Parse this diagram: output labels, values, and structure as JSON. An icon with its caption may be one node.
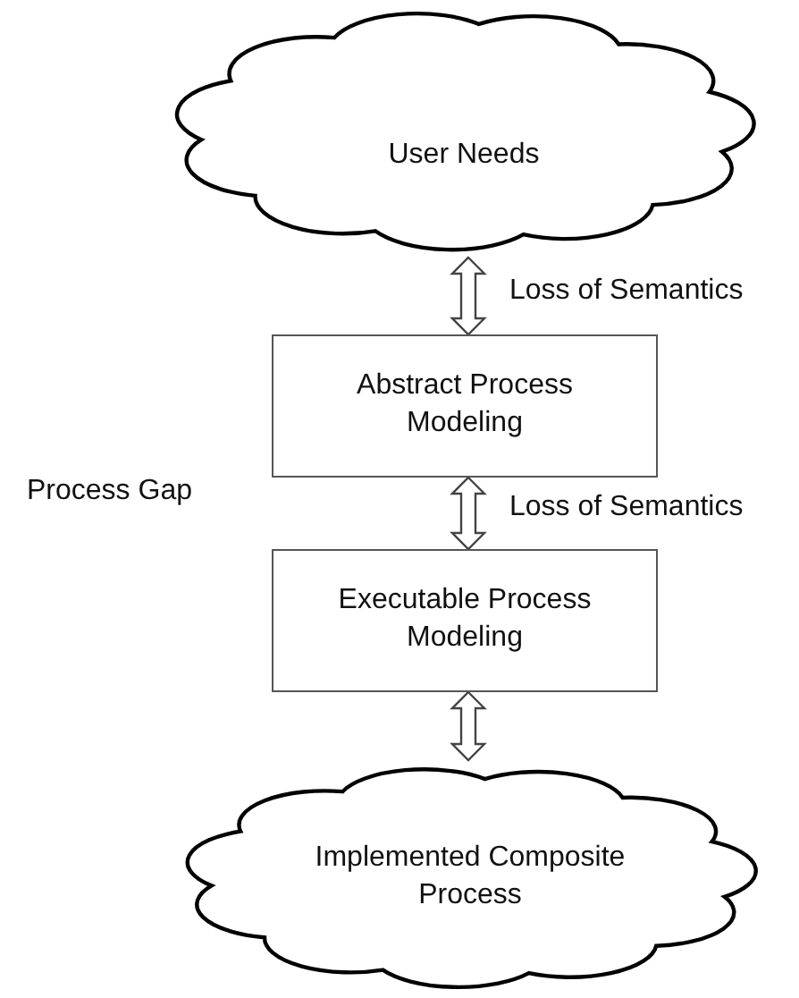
{
  "diagram": {
    "nodes": [
      {
        "text": [
          "User Needs"
        ]
      },
      {
        "text": [
          "Abstract Process Modeling"
        ]
      },
      {
        "text": [
          "Executable Process Modeling"
        ]
      },
      {
        "text": [
          "Implemented Composite Process"
        ]
      }
    ],
    "edges": [
      {
        "from": 0,
        "to": 1,
        "arrow": "both",
        "label": "Loss of Semantics"
      },
      {
        "from": 1,
        "to": 2,
        "arrow": "both",
        "label": "Loss of Semantics"
      },
      {
        "from": 2,
        "to": 3,
        "arrow": "both"
      }
    ],
    "labels": [
      "Process Gap"
    ]
  }
}
